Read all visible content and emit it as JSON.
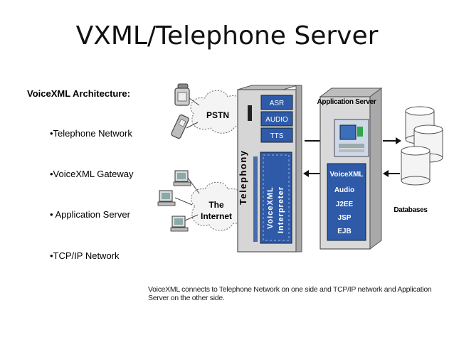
{
  "slide": {
    "title": "VXML/Telephone Server",
    "subheading": "VoiceXML Architecture:",
    "bullets": [
      "•Telephone Network",
      "•VoiceXML Gateway",
      "• Application Server",
      "•TCP/IP Network"
    ]
  },
  "diagram": {
    "pstn_label": "PSTN",
    "internet_label_1": "The",
    "internet_label_2": "Internet",
    "telephony_label": "Telephony",
    "gateway_modules": [
      "ASR",
      "AUDIO",
      "TTS"
    ],
    "interpreter_label_1": "VoiceXML",
    "interpreter_label_2": "Interpreter",
    "app_server_title": "Application Server",
    "app_server_items": [
      "VoiceXML",
      "Audio",
      "J2EE",
      "JSP",
      "EJB"
    ],
    "databases_label": "Databases",
    "caption": "VoiceXML connects to Telephone Network on one side and TCP/IP network and Application Server on the other side."
  },
  "colors": {
    "gateway_blue": "#2e5aa8",
    "panel_gray": "#d9d9d9",
    "panel_dark": "#9a9a9a"
  }
}
